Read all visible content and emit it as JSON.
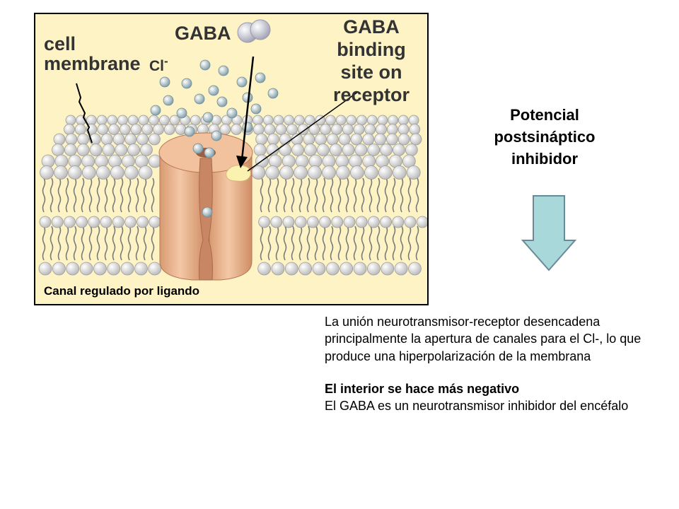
{
  "figure": {
    "label_cell_membrane": "cell\nmembrane",
    "label_gaba": "GABA",
    "label_cl": "Cl",
    "label_cl_charge": "-",
    "label_binding_site": "GABA\nbinding\nsite on\nreceptor",
    "caption": "Canal regulado por ligando"
  },
  "title": "Potencial\npostsináptico\ninhibidor",
  "arrow": {
    "icon": "down-arrow-icon",
    "fill": "#a8d8da",
    "stroke": "#6a8a98"
  },
  "text": {
    "paragraph1": "La unión neurotransmisor-receptor desencadena principalmente la apertura de canales para el Cl-, lo que produce una hiperpolarización de la membrana",
    "bold_line": "El interior se hace más negativo",
    "paragraph2": "El GABA es un neurotransmisor inhibidor del encéfalo"
  },
  "colors": {
    "background_figure": "#fdf3c4",
    "channel": "#e8b08c",
    "lipid_head": "#e6e6e6"
  }
}
